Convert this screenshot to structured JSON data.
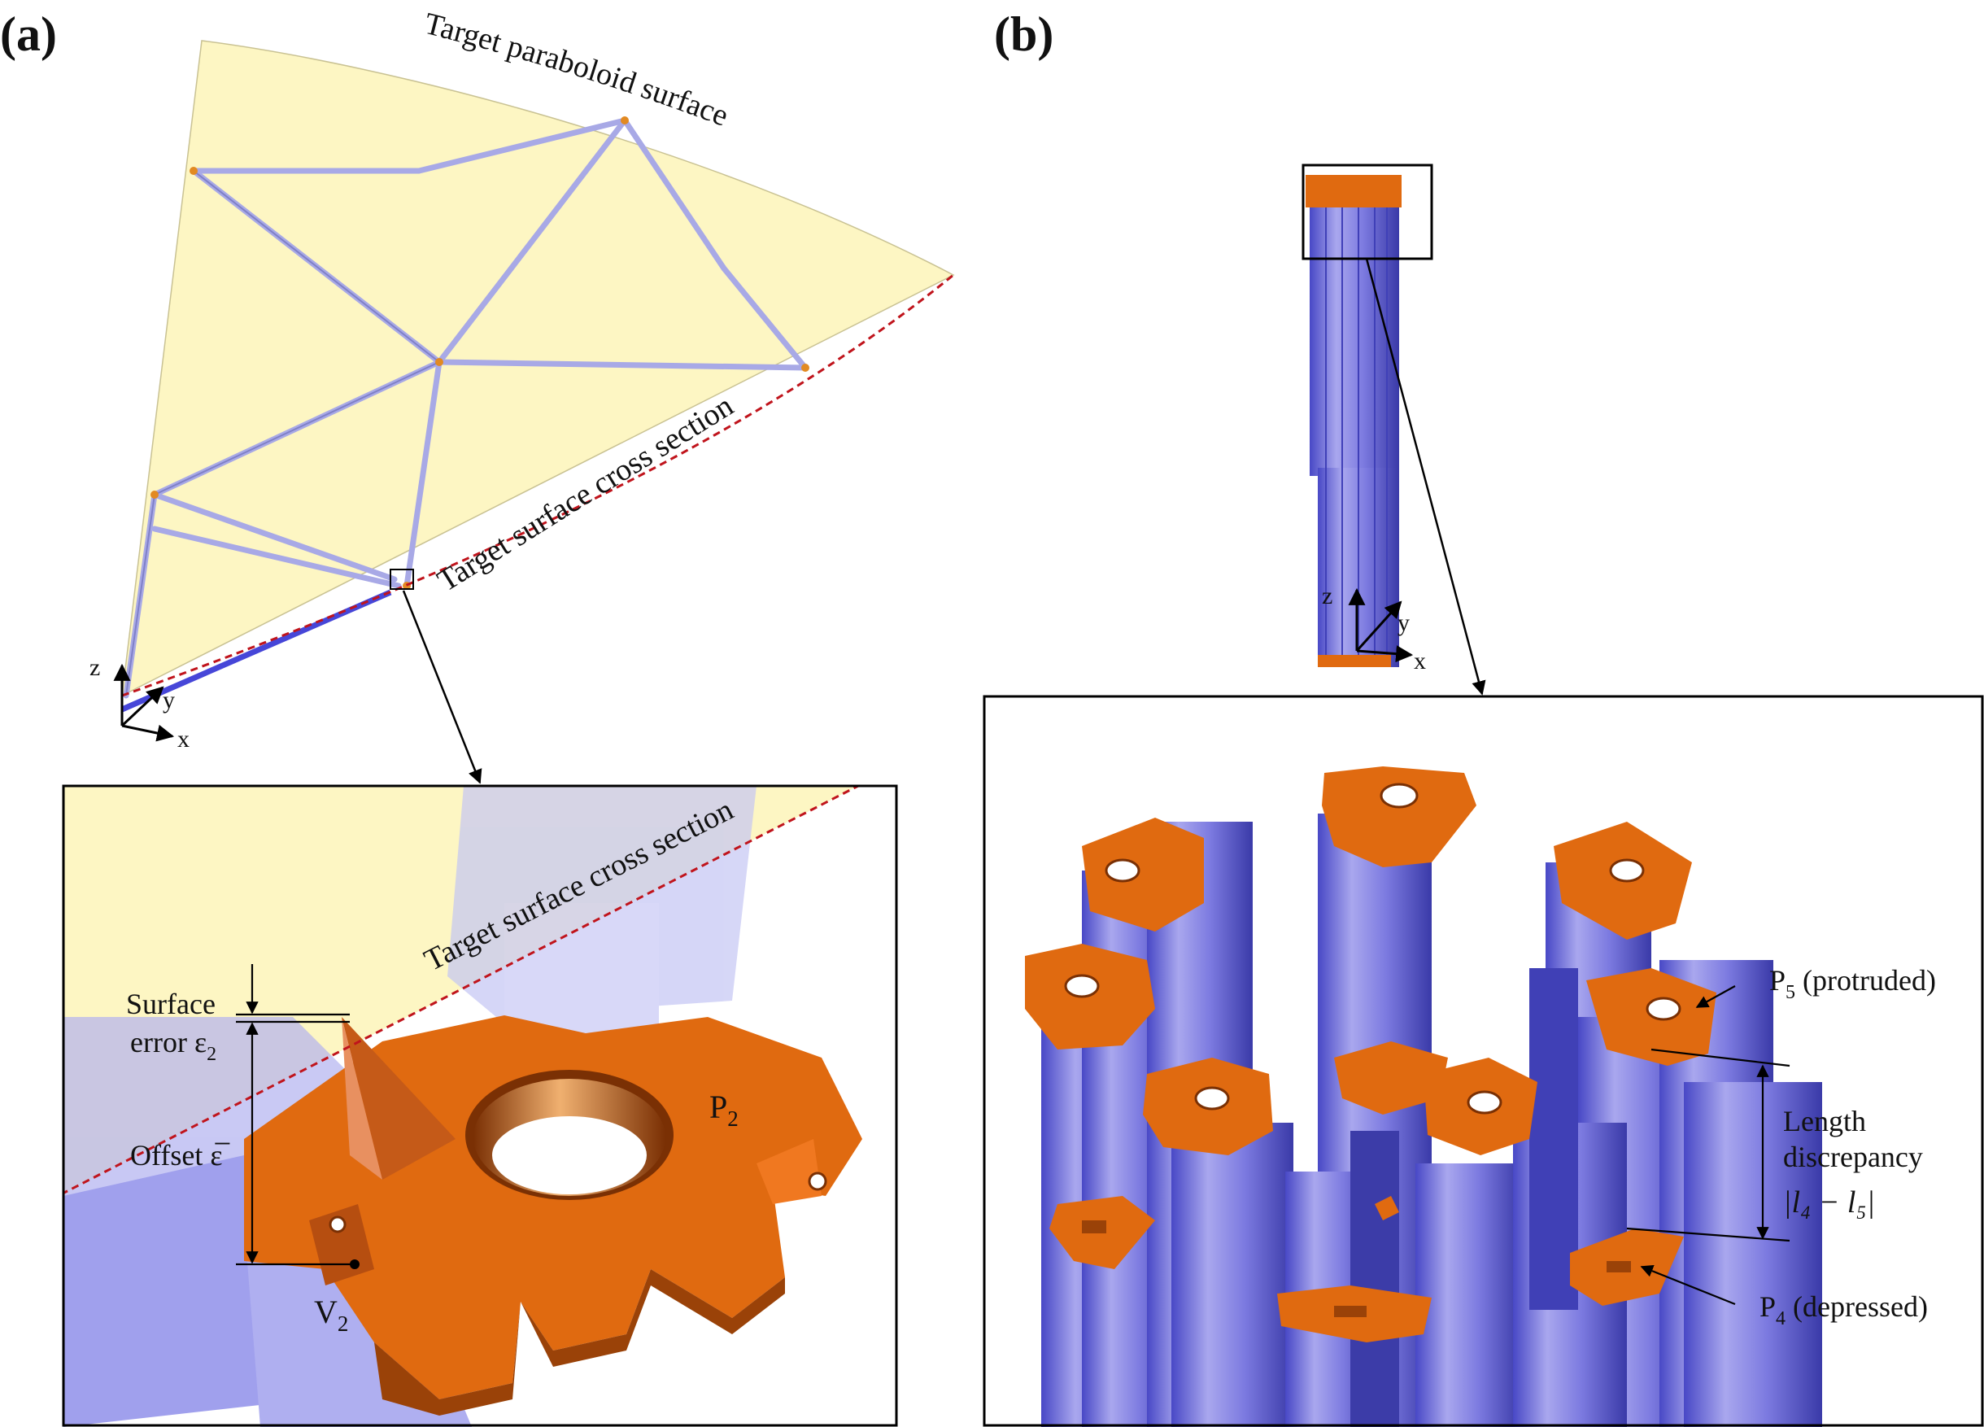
{
  "panel_a": {
    "label": "(a)",
    "surface_label": "Target paraboloid surface",
    "section_label": "Target surface cross section",
    "axes": {
      "z": "z",
      "y": "y",
      "x": "x"
    },
    "inset": {
      "section_label": "Target surface cross section",
      "surface_error_line1": "Surface",
      "surface_error_line2": "error ε",
      "surface_error_sub": "2",
      "offset_label": "Offset ε̅",
      "plate_label": "P",
      "plate_sub": "2",
      "vertex_label": "V",
      "vertex_sub": "2"
    }
  },
  "panel_b": {
    "label": "(b)",
    "axes": {
      "z": "z",
      "y": "y",
      "x": "x"
    },
    "inset": {
      "p5_label": "P",
      "p5_sub": "5",
      "p5_desc": " (protruded)",
      "p4_label": "P",
      "p4_sub": "4",
      "p4_desc": " (depressed)",
      "length_line1": "Length",
      "length_line2": "discrepancy",
      "length_formula": "|l₄ − l₅|"
    }
  },
  "colors": {
    "surface_fill": "#fdf6c3",
    "section_line": "#c0141c",
    "strut": "#a7a8e8",
    "strut_dark": "#5050d8",
    "plate": "#e06a10",
    "plate_dark": "#9a4208"
  }
}
